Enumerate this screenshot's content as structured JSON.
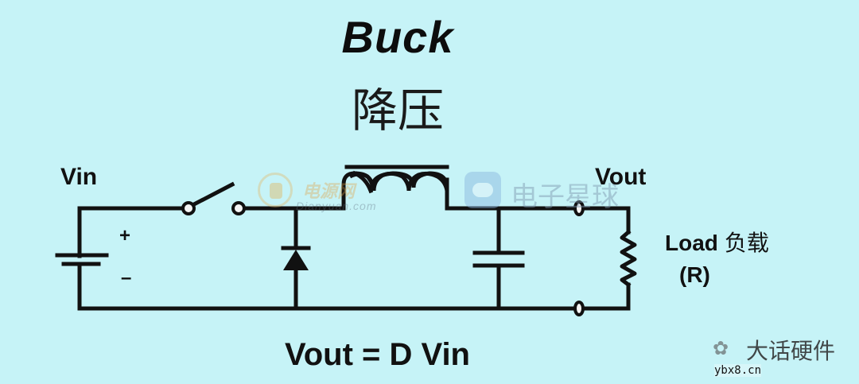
{
  "title": "Buck",
  "subtitle": "降压",
  "labels": {
    "vin": "Vin",
    "vout": "Vout",
    "plus": "+",
    "minus": "–",
    "load_en": "Load",
    "load_cn": "负载",
    "load_symbol": "(R)"
  },
  "formula": "Vout = D Vin",
  "components": [
    {
      "name": "battery",
      "label": "Vin"
    },
    {
      "name": "switch"
    },
    {
      "name": "diode"
    },
    {
      "name": "inductor"
    },
    {
      "name": "capacitor"
    },
    {
      "name": "resistor",
      "label": "Load (R)"
    }
  ],
  "watermarks": {
    "left_brand": "电源网",
    "left_url": "Dianyuan.com",
    "right_brand": "电子星球"
  },
  "footer": {
    "brand": "大话硬件",
    "site": "ybx8.cn"
  },
  "colors": {
    "background": "#c6f3f7",
    "line": "#111111"
  }
}
